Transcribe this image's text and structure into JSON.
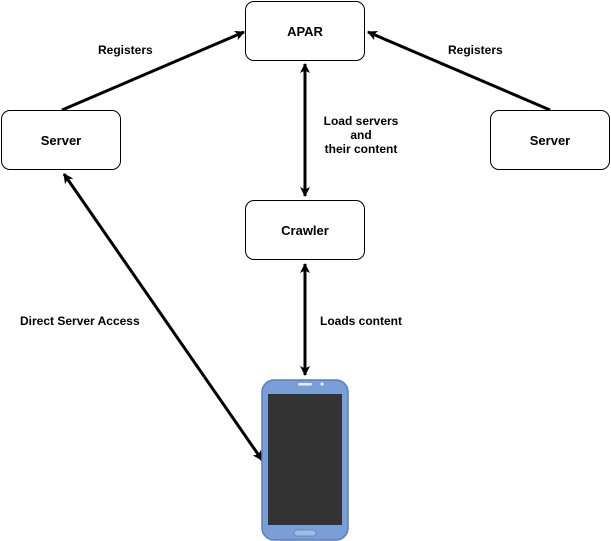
{
  "nodes": {
    "apar": "APAR",
    "server_left": "Server",
    "server_right": "Server",
    "crawler": "Crawler"
  },
  "edges": {
    "registers_left": "Registers",
    "registers_right": "Registers",
    "load_servers": [
      "Load servers",
      "and",
      "their content"
    ],
    "direct_server_access": "Direct Server Access",
    "loads_content": "Loads content"
  },
  "device": {
    "icon": "smartphone-icon",
    "body_color": "#7a9fd8",
    "screen_color": "#333333"
  },
  "colors": {
    "line": "#000000",
    "node_fill": "#ffffff"
  }
}
